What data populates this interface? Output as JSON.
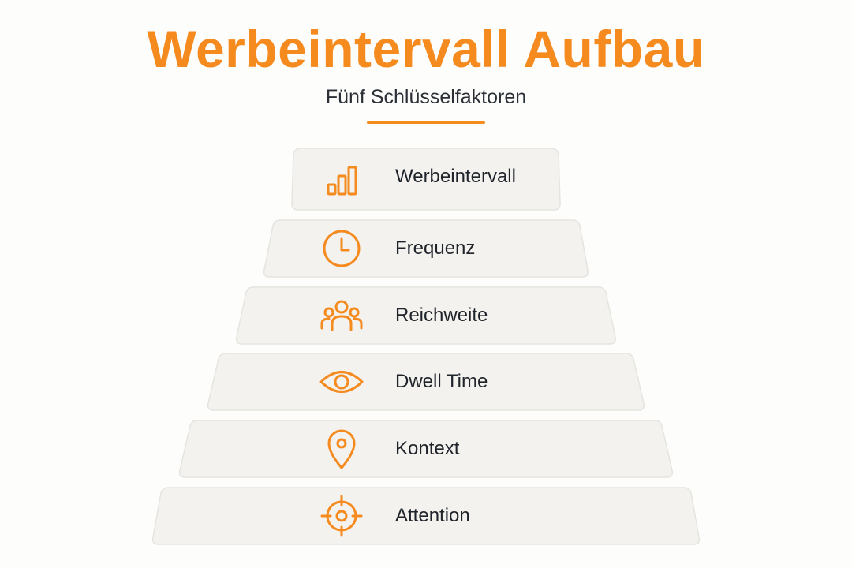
{
  "title": "Werbeintervall Aufbau",
  "subtitle": "Fünf Schlüsselfaktoren",
  "colors": {
    "accent": "#f58a1f",
    "layer_fill": "#f3f2ef",
    "layer_stroke": "#e6e4df",
    "text": "#1f242b"
  },
  "layers": [
    {
      "label": "Werbeintervall",
      "icon": "bar-chart-icon"
    },
    {
      "label": "Frequenz",
      "icon": "clock-icon"
    },
    {
      "label": "Reichweite",
      "icon": "people-group-icon"
    },
    {
      "label": "Dwell Time",
      "icon": "eye-icon"
    },
    {
      "label": "Kontext",
      "icon": "location-pin-icon"
    },
    {
      "label": "Attention",
      "icon": "target-crosshair-icon"
    }
  ]
}
